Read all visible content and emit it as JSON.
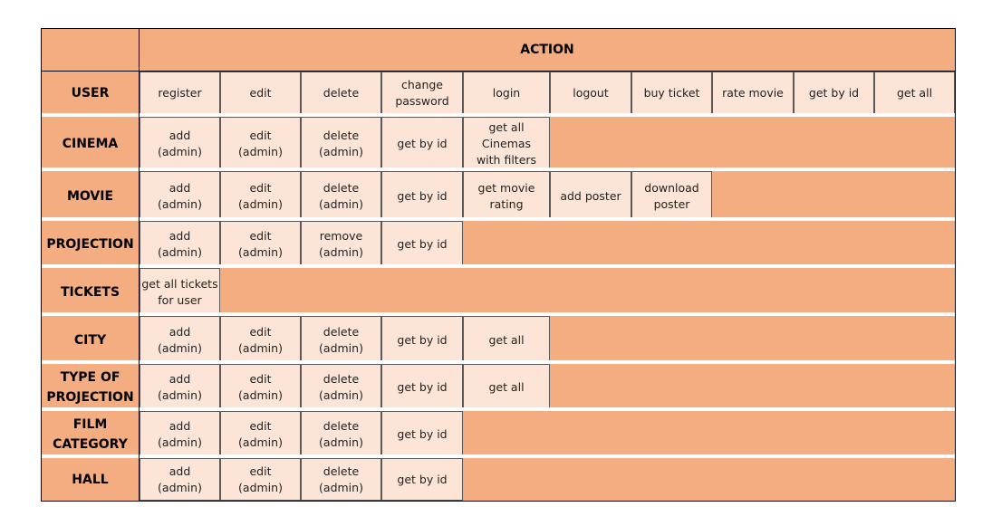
{
  "header": "ACTION",
  "rows": [
    {
      "label": "USER",
      "actions": [
        "register",
        "edit",
        "delete",
        "change\npassword",
        "login",
        "logout",
        "buy ticket",
        "rate movie",
        "get by id",
        "get all"
      ]
    },
    {
      "label": "CINEMA",
      "actions": [
        "add\n(admin)",
        "edit\n(admin)",
        "delete\n(admin)",
        "get by id",
        "get all Cinemas\nwith filters"
      ]
    },
    {
      "label": "MOVIE",
      "actions": [
        "add\n(admin)",
        "edit\n(admin)",
        "delete\n(admin)",
        "get by id",
        "get movie\nrating",
        "add poster",
        "download\nposter"
      ]
    },
    {
      "label": "PROJECTION",
      "actions": [
        "add\n(admin)",
        "edit\n(admin)",
        "remove\n(admin)",
        "get by id"
      ]
    },
    {
      "label": "TICKETS",
      "actions": [
        "get all tickets\nfor user"
      ]
    },
    {
      "label": "CITY",
      "actions": [
        "add\n(admin)",
        "edit\n(admin)",
        "delete\n(admin)",
        "get by id",
        "get all"
      ]
    },
    {
      "label": "TYPE OF\nPROJECTION",
      "actions": [
        "add\n(admin)",
        "edit\n(admin)",
        "delete\n(admin)",
        "get by id",
        "get all"
      ]
    },
    {
      "label": "FILM\nCATEGORY",
      "actions": [
        "add\n(admin)",
        "edit\n(admin)",
        "delete\n(admin)",
        "get by id"
      ]
    },
    {
      "label": "HALL",
      "actions": [
        "add\n(admin)",
        "edit\n(admin)",
        "delete\n(admin)",
        "get by id"
      ]
    }
  ]
}
